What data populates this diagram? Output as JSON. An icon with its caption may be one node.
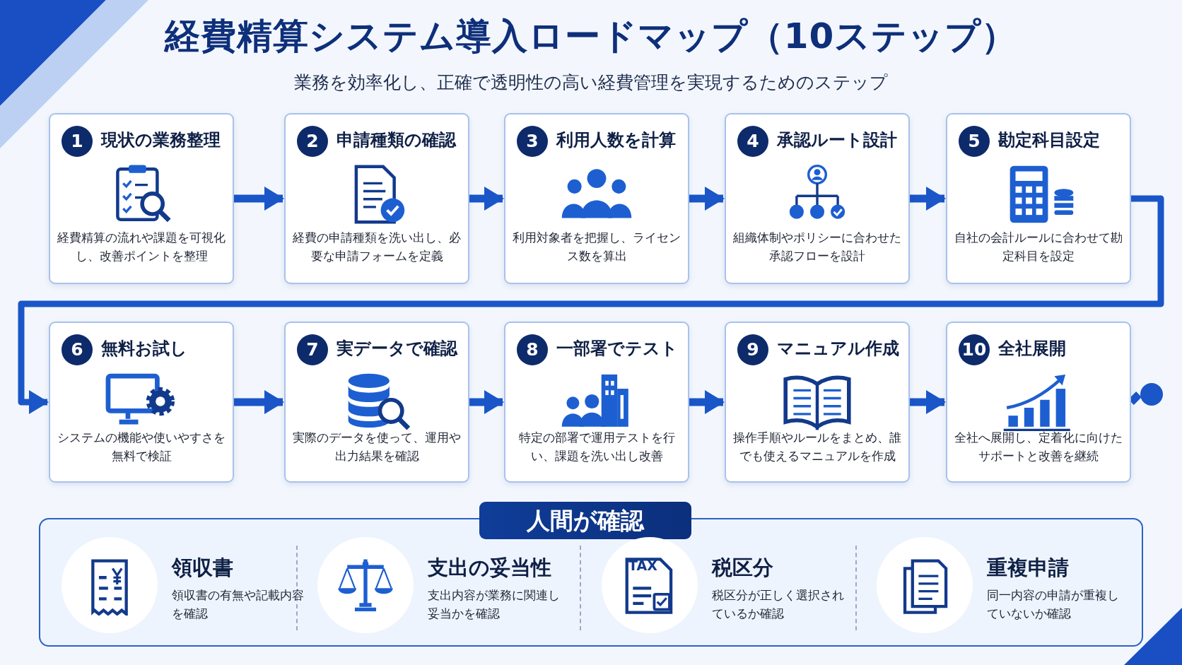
{
  "diagram": {
    "title": "経費精算システム導入ロードマップ（10ステップ）",
    "caption": "業務を効率化し、正確で透明性の高い経費管理を実現するためのステップ",
    "nodes": [
      {
        "text": [
          "1",
          "現状の業務整理",
          "経費精算の流れや課題を可視化し、改善ポイントを整理"
        ]
      },
      {
        "text": [
          "2",
          "申請種類の確認",
          "経費の申請種類を洗い出し、必要な申請フォームを定義"
        ]
      },
      {
        "text": [
          "3",
          "利用人数を計算",
          "利用対象者を把握し、ライセンス数を算出"
        ]
      },
      {
        "text": [
          "4",
          "承認ルート設計",
          "組織体制やポリシーに合わせた承認フローを設計"
        ]
      },
      {
        "text": [
          "5",
          "勘定科目設定",
          "自社の会計ルールに合わせて勘定科目を設定"
        ]
      },
      {
        "text": [
          "6",
          "無料お試し",
          "システムの機能や使いやすさを無料で検証"
        ]
      },
      {
        "text": [
          "7",
          "実データで確認",
          "実際のデータを使って、運用や出力結果を確認"
        ]
      },
      {
        "text": [
          "8",
          "一部署でテスト",
          "特定の部署で運用テストを行い、課題を洗い出し改善"
        ]
      },
      {
        "text": [
          "9",
          "マニュアル作成",
          "操作手順やルールをまとめ、誰でも使えるマニュアルを作成"
        ]
      },
      {
        "text": [
          "10",
          "全社展開",
          "全社へ展開し、定着化に向けたサポートと改善を継続"
        ]
      },
      {
        "text": [],
        "shape": "circle"
      },
      {
        "text": [
          "人間が確認"
        ]
      },
      {
        "text": [
          "領収書",
          "領収書の有無や記載内容を確認"
        ],
        "in": 11
      },
      {
        "text": [
          "支出の妥当性",
          "支出内容が業務に関連し妥当かを確認"
        ],
        "in": 11
      },
      {
        "text": [
          "税区分",
          "税区分が正しく選択されているか確認"
        ],
        "in": 11
      },
      {
        "text": [
          "重複申請",
          "同一内容の申請が重複していないか確認"
        ],
        "in": 11
      }
    ],
    "edges": [
      {
        "from": 0,
        "to": 1,
        "arrow": "to"
      },
      {
        "from": 1,
        "to": 2,
        "arrow": "to"
      },
      {
        "from": 2,
        "to": 3,
        "arrow": "to"
      },
      {
        "from": 3,
        "to": 4,
        "arrow": "to"
      },
      {
        "from": 4,
        "to": 5,
        "arrow": "to"
      },
      {
        "from": 5,
        "to": 6,
        "arrow": "to"
      },
      {
        "from": 6,
        "to": 7,
        "arrow": "to"
      },
      {
        "from": 7,
        "to": 8,
        "arrow": "to"
      },
      {
        "from": 8,
        "to": 9,
        "arrow": "to"
      },
      {
        "from": 9,
        "to": 10,
        "arrow": "none"
      }
    ],
    "labels": [
      "TAX"
    ]
  }
}
